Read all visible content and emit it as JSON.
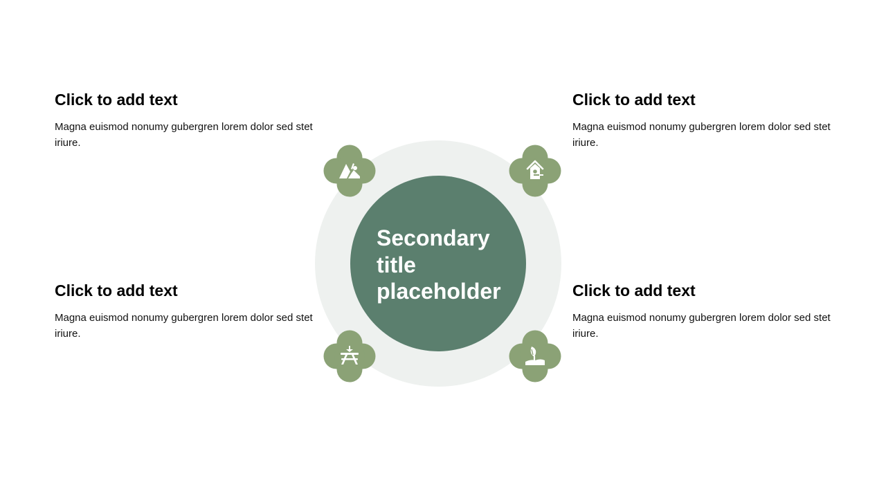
{
  "colors": {
    "outer_ring": "#eef1ef",
    "center_circle": "#5b7f6e",
    "icon_badge": "#8ba276",
    "icon_fill": "#ffffff"
  },
  "center": {
    "title": "Secondary title placeholder"
  },
  "items": [
    {
      "heading": "Click to add text",
      "body": "Magna euismod nonumy gubergren lorem dolor sed stet iriure.",
      "icon": "mountain-hiker-icon"
    },
    {
      "heading": "Click to add text",
      "body": "Magna euismod nonumy gubergren lorem dolor sed stet iriure.",
      "icon": "birdhouse-icon"
    },
    {
      "heading": "Click to add text",
      "body": "Magna euismod nonumy gubergren lorem dolor sed stet iriure.",
      "icon": "picnic-table-icon"
    },
    {
      "heading": "Click to add text",
      "body": "Magna euismod nonumy gubergren lorem dolor sed stet iriure.",
      "icon": "seedling-icon"
    }
  ]
}
